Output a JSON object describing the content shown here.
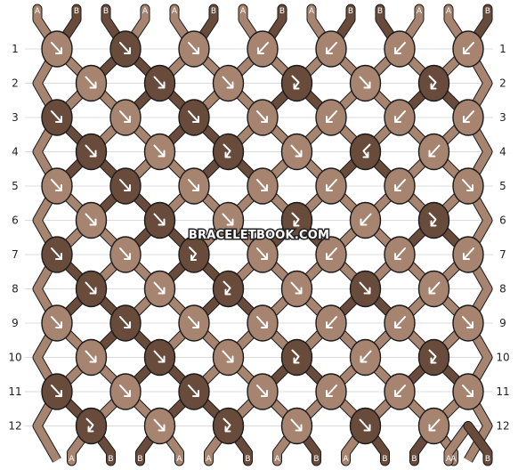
{
  "watermark": "BRACELETBOOK.COM",
  "colors": {
    "A": "#a68470",
    "B": "#684b3b",
    "outline": "#1a1a1a",
    "arrow": "#ffffff"
  },
  "top_strand_labels": [
    "A",
    "B",
    "B",
    "A",
    "A",
    "B",
    "A",
    "B",
    "A",
    "B",
    "B",
    "A",
    "A",
    "B"
  ],
  "bottom_strand_labels": [
    "A",
    "B",
    "B",
    "A",
    "A",
    "B",
    "A",
    "B",
    "A",
    "B",
    "B",
    "A",
    "A",
    "B"
  ],
  "row_numbers": [
    "1",
    "2",
    "3",
    "4",
    "5",
    "6",
    "7",
    "8",
    "9",
    "10",
    "11",
    "12"
  ],
  "knot_rows": [
    [
      {
        "c": "A",
        "k": "f"
      },
      {
        "c": "B",
        "k": "f"
      },
      {
        "c": "A",
        "k": "f"
      },
      {
        "c": "A",
        "k": "b"
      },
      {
        "c": "A",
        "k": "b"
      },
      {
        "c": "A",
        "k": "b"
      },
      {
        "c": "A",
        "k": "b"
      }
    ],
    [
      {
        "c": "A",
        "k": "f"
      },
      {
        "c": "B",
        "k": "f"
      },
      {
        "c": "A",
        "k": "f"
      },
      {
        "c": "B",
        "k": "fb"
      },
      {
        "c": "A",
        "k": "f"
      },
      {
        "c": "B",
        "k": "fb"
      }
    ],
    [
      {
        "c": "B",
        "k": "f"
      },
      {
        "c": "A",
        "k": "f"
      },
      {
        "c": "B",
        "k": "f"
      },
      {
        "c": "A",
        "k": "f"
      },
      {
        "c": "A",
        "k": "b"
      },
      {
        "c": "A",
        "k": "b"
      },
      {
        "c": "A",
        "k": "b"
      }
    ],
    [
      {
        "c": "B",
        "k": "f"
      },
      {
        "c": "A",
        "k": "f"
      },
      {
        "c": "B",
        "k": "fb"
      },
      {
        "c": "A",
        "k": "f"
      },
      {
        "c": "B",
        "k": "bf"
      },
      {
        "c": "A",
        "k": "b"
      }
    ],
    [
      {
        "c": "A",
        "k": "f"
      },
      {
        "c": "B",
        "k": "f"
      },
      {
        "c": "A",
        "k": "f"
      },
      {
        "c": "A",
        "k": "f"
      },
      {
        "c": "A",
        "k": "b"
      },
      {
        "c": "A",
        "k": "b"
      },
      {
        "c": "A",
        "k": "f"
      }
    ],
    [
      {
        "c": "A",
        "k": "f"
      },
      {
        "c": "B",
        "k": "f"
      },
      {
        "c": "A",
        "k": "f"
      },
      {
        "c": "B",
        "k": "fb"
      },
      {
        "c": "A",
        "k": "b"
      },
      {
        "c": "B",
        "k": "fb"
      }
    ],
    [
      {
        "c": "B",
        "k": "f"
      },
      {
        "c": "A",
        "k": "f"
      },
      {
        "c": "B",
        "k": "fb"
      },
      {
        "c": "A",
        "k": "f"
      },
      {
        "c": "A",
        "k": "b"
      },
      {
        "c": "A",
        "k": "b"
      },
      {
        "c": "A",
        "k": "b"
      }
    ],
    [
      {
        "c": "B",
        "k": "f"
      },
      {
        "c": "A",
        "k": "f"
      },
      {
        "c": "B",
        "k": "fb"
      },
      {
        "c": "A",
        "k": "f"
      },
      {
        "c": "B",
        "k": "f"
      },
      {
        "c": "A",
        "k": "b"
      }
    ],
    [
      {
        "c": "A",
        "k": "f"
      },
      {
        "c": "B",
        "k": "f"
      },
      {
        "c": "A",
        "k": "f"
      },
      {
        "c": "A",
        "k": "f"
      },
      {
        "c": "A",
        "k": "b"
      },
      {
        "c": "A",
        "k": "b"
      },
      {
        "c": "A",
        "k": "f"
      }
    ],
    [
      {
        "c": "A",
        "k": "f"
      },
      {
        "c": "B",
        "k": "f"
      },
      {
        "c": "A",
        "k": "f"
      },
      {
        "c": "B",
        "k": "fb"
      },
      {
        "c": "A",
        "k": "b"
      },
      {
        "c": "B",
        "k": "fb"
      }
    ],
    [
      {
        "c": "B",
        "k": "f"
      },
      {
        "c": "A",
        "k": "f"
      },
      {
        "c": "B",
        "k": "f"
      },
      {
        "c": "A",
        "k": "f"
      },
      {
        "c": "A",
        "k": "b"
      },
      {
        "c": "A",
        "k": "b"
      },
      {
        "c": "A",
        "k": "f"
      }
    ],
    [
      {
        "c": "B",
        "k": "fb"
      },
      {
        "c": "A",
        "k": "f"
      },
      {
        "c": "B",
        "k": "fb"
      },
      {
        "c": "A",
        "k": "f"
      },
      {
        "c": "B",
        "k": "f"
      },
      {
        "c": "A",
        "k": "b"
      }
    ]
  ]
}
